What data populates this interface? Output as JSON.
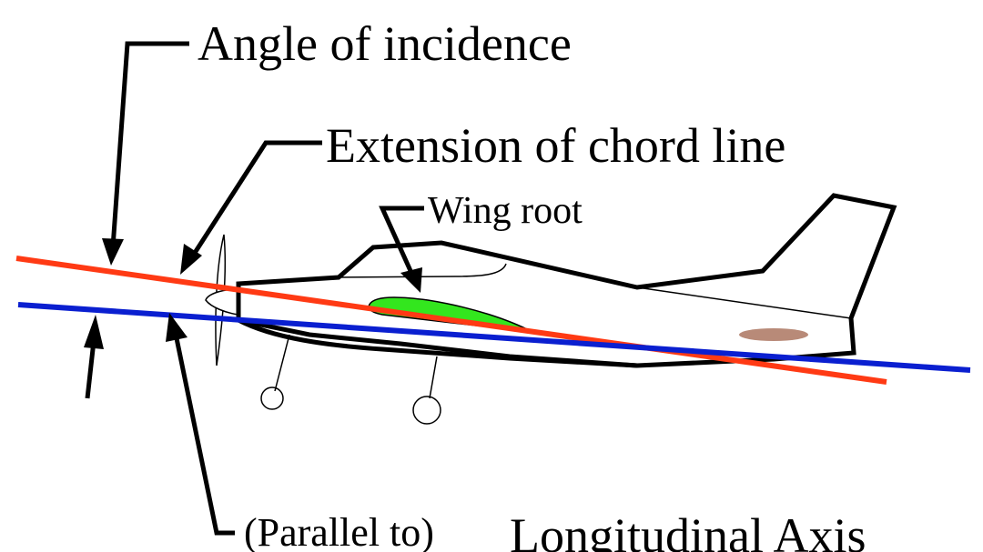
{
  "labels": {
    "angle_of_incidence": "Angle of incidence",
    "extension_of_chord_line": "Extension of chord line",
    "wing_root": "Wing root",
    "parallel_to": "(Parallel to)",
    "longitudinal_axis": "Longitudinal Axis"
  },
  "colors": {
    "chord_line": "#ff3a14",
    "longitudinal_axis": "#0a1fd0",
    "wing_root_fill": "#33e61e",
    "fuselage_fill": "#ffffff",
    "fuselage_stroke": "#000000",
    "exhaust_mark": "#b88a78"
  }
}
